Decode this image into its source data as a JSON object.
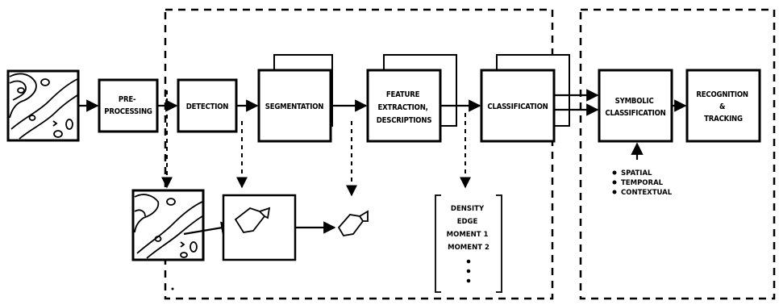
{
  "stages": {
    "preprocessing": [
      "PRE-",
      "PROCESSING"
    ],
    "detection": [
      "DETECTION"
    ],
    "segmentation": [
      "SEGMENTATION"
    ],
    "feature": [
      "FEATURE",
      "EXTRACTION,",
      "DESCRIPTIONS"
    ],
    "classification": [
      "CLASSIFICATION"
    ],
    "symbolic": [
      "SYMBOLIC",
      "CLASSIFICATION"
    ],
    "recognition": [
      "RECOGNITION",
      "&",
      "TRACKING"
    ]
  },
  "features": [
    "DENSITY",
    "EDGE",
    "MOMENT 1",
    "MOMENT 2"
  ],
  "context_items": [
    "SPATIAL",
    "TEMPORAL",
    "CONTEXTUAL"
  ]
}
